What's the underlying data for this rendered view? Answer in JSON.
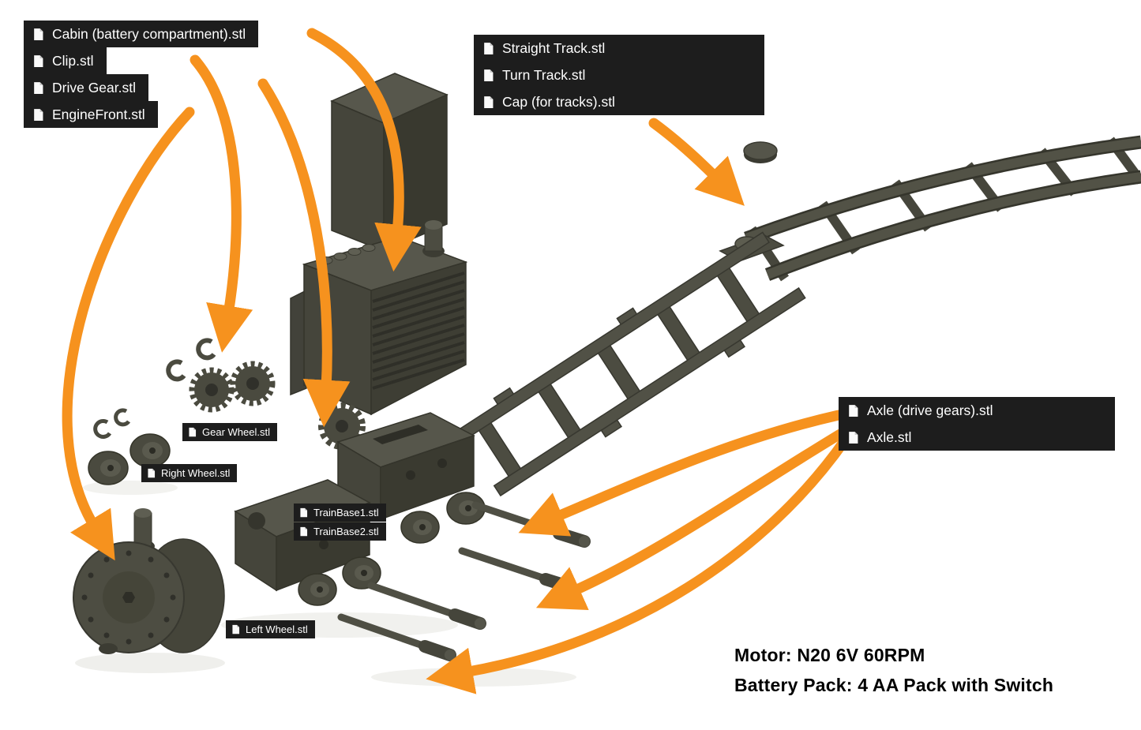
{
  "labels": {
    "engine_group": {
      "cabin": "Cabin (battery compartment).stl",
      "clip": "Clip.stl",
      "drive_gear": "Drive Gear.stl",
      "engine_front": "EngineFront.stl"
    },
    "track_group": {
      "straight_track": "Straight Track.stl",
      "turn_track": "Turn Track.stl",
      "cap": "Cap (for tracks).stl"
    },
    "axle_group": {
      "axle_drive_gears": "Axle (drive gears).stl",
      "axle": "Axle.stl"
    },
    "part_tags": {
      "gear_wheel": "Gear Wheel.stl",
      "right_wheel": "Right Wheel.stl",
      "train_base1": "TrainBase1.stl",
      "train_base2": "TrainBase2.stl",
      "left_wheel": "Left Wheel.stl"
    }
  },
  "notes": {
    "motor": "Motor: N20 6V 60RPM",
    "battery": "Battery Pack: 4 AA Pack with Switch"
  },
  "icons": {
    "file": "document-file-icon"
  },
  "colors": {
    "background": "#FFFFFF",
    "arrow": "#F6921E",
    "label_background": "#1D1D1D",
    "label_text": "#FFFFFF",
    "model_dark": "#39392F",
    "model_mid": "#4B4B40",
    "model_light": "#5E5E52",
    "note_text": "#000000"
  }
}
